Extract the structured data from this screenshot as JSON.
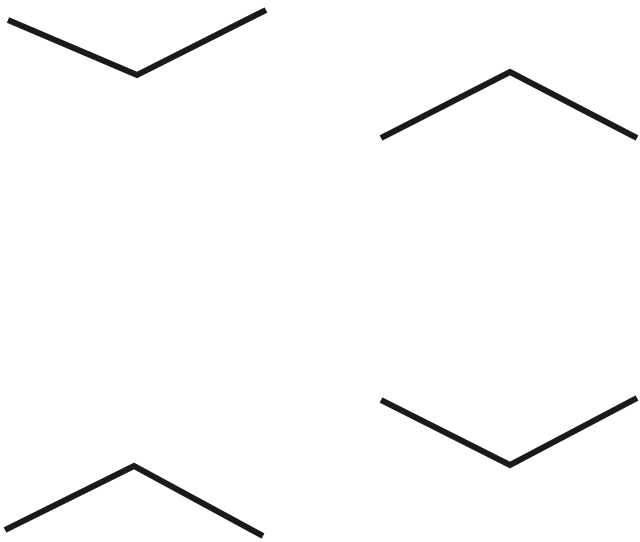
{
  "figure": {
    "background_color": "#ffffff",
    "stroke_color": "#1a1a1a",
    "shapes": [
      {
        "id": "chevron-top-left",
        "kind": "chevron",
        "opening": "up"
      },
      {
        "id": "chevron-top-right",
        "kind": "chevron",
        "opening": "down"
      },
      {
        "id": "chevron-bottom-right",
        "kind": "chevron",
        "opening": "up"
      },
      {
        "id": "chevron-bottom-left",
        "kind": "chevron",
        "opening": "down"
      }
    ]
  }
}
